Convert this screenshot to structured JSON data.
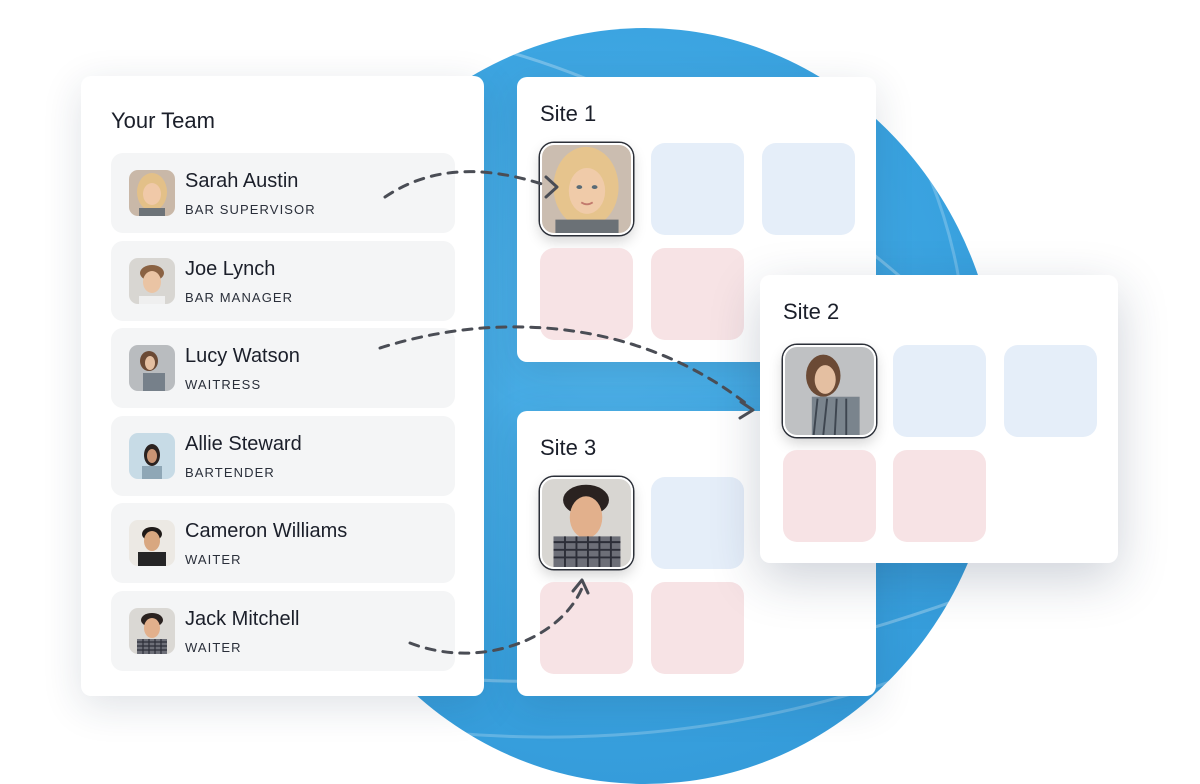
{
  "team": {
    "title": "Your Team",
    "members": [
      {
        "name": "Sarah Austin",
        "role": "BAR SUPERVISOR"
      },
      {
        "name": "Joe Lynch",
        "role": "BAR MANAGER"
      },
      {
        "name": "Lucy Watson",
        "role": "WAITRESS"
      },
      {
        "name": "Allie Steward",
        "role": "BARTENDER"
      },
      {
        "name": "Cameron Williams",
        "role": "WAITER"
      },
      {
        "name": "Jack Mitchell",
        "role": "WAITER"
      }
    ]
  },
  "sites": {
    "site1": {
      "title": "Site 1"
    },
    "site2": {
      "title": "Site 2"
    },
    "site3": {
      "title": "Site 3"
    }
  },
  "colors": {
    "globe": "#3aa3e0",
    "slot_blue": "#e5eef9",
    "slot_pink": "#f7e3e5",
    "arrow": "#4a4d55"
  }
}
